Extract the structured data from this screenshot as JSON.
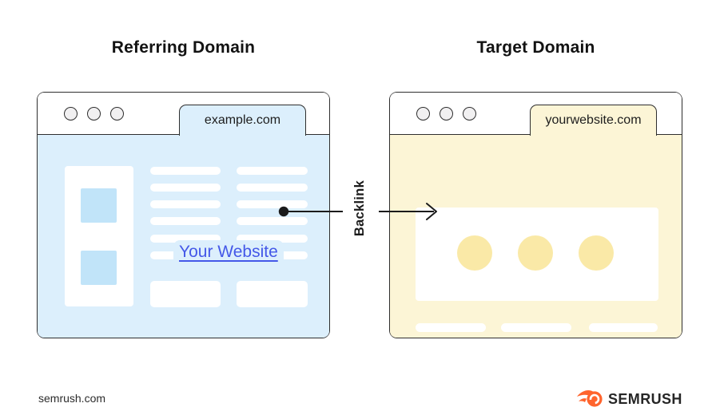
{
  "page": {
    "heading_left": "Referring Domain",
    "heading_right": "Target Domain"
  },
  "referring_window": {
    "tab_label": "example.com",
    "link_label": "Your Website"
  },
  "target_window": {
    "tab_label": "yourwebsite.com"
  },
  "arrow": {
    "label": "Backlink"
  },
  "footer": {
    "site_url": "semrush.com",
    "brand_name": "SEMRUSH"
  },
  "colors": {
    "referring_fill": "#DCEFFC",
    "referring_accent": "#C1E4F9",
    "target_fill": "#FCF5D6",
    "target_accent": "#FAE9A7",
    "link_blue": "#4458E8",
    "outline_dark": "#2E2E2E",
    "brand_orange": "#FF642D"
  }
}
